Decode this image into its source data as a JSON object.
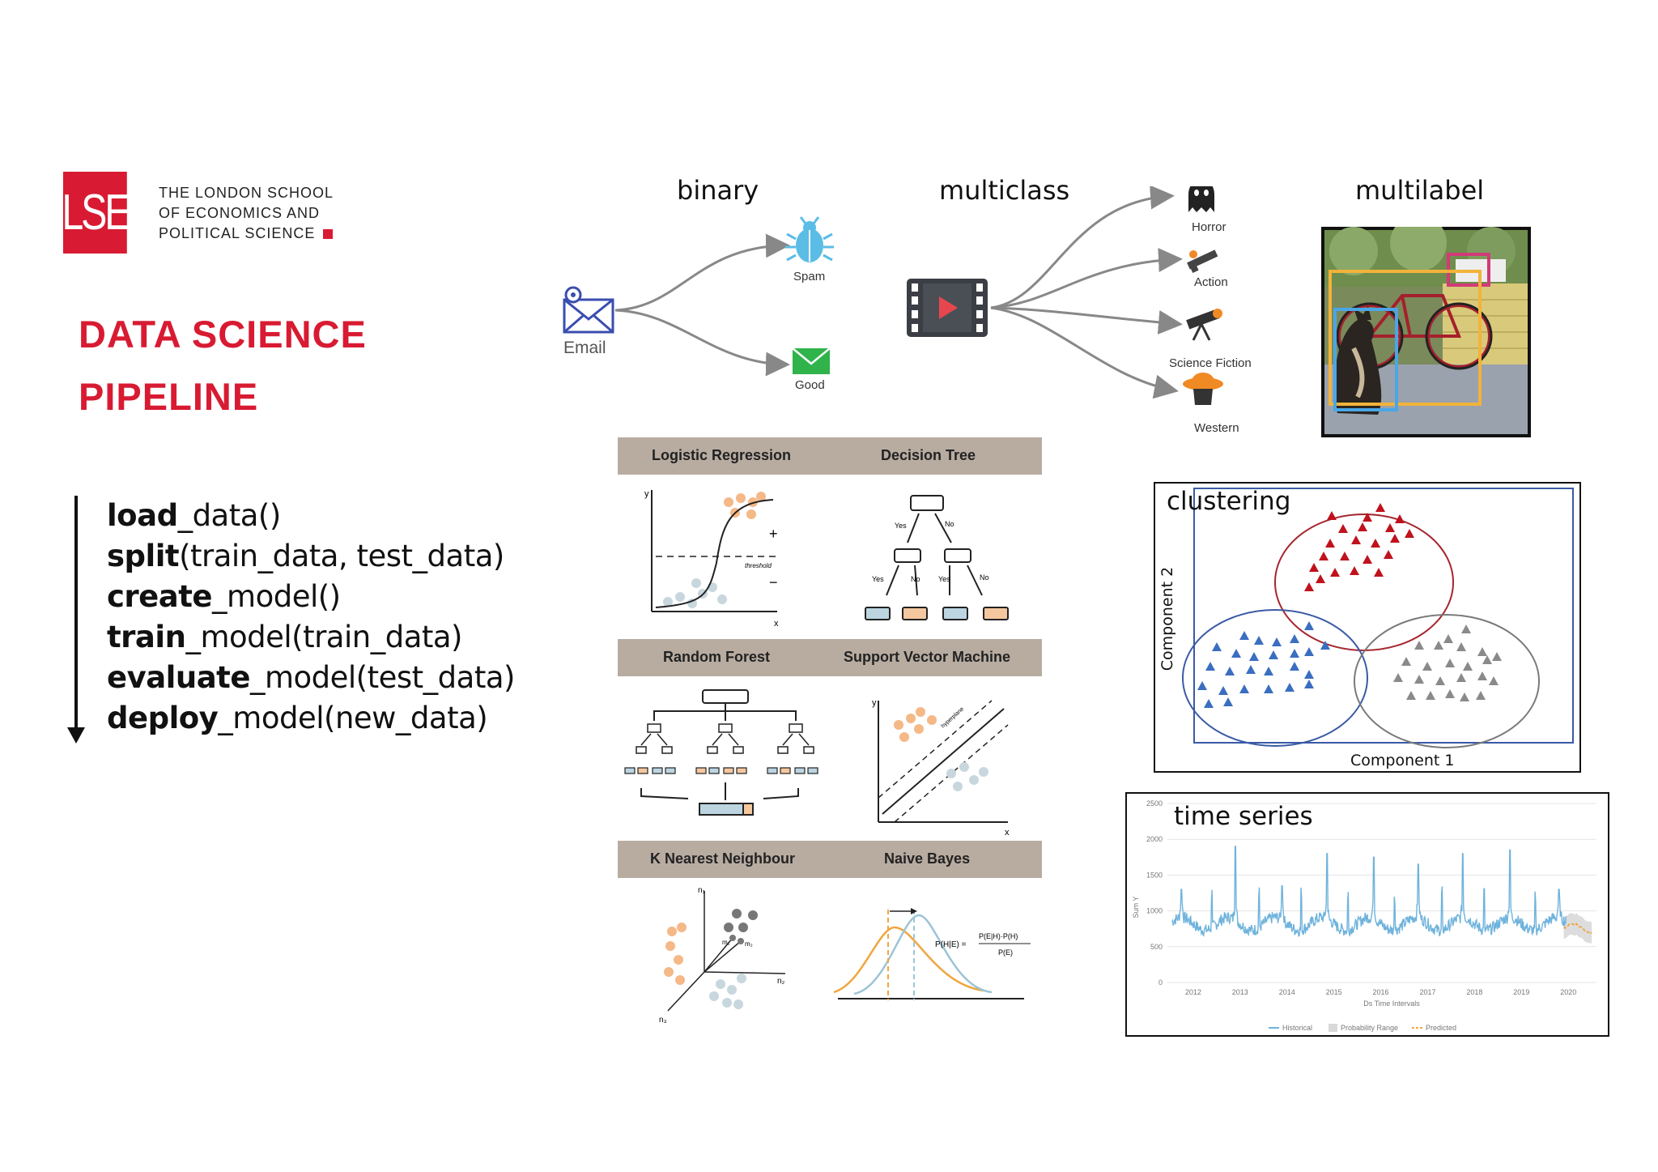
{
  "logo": {
    "mark": "LSE",
    "line1": "THE LONDON SCHOOL",
    "line2": "OF ECONOMICS AND",
    "line3": "POLITICAL SCIENCE"
  },
  "title": {
    "line1": "DATA SCIENCE",
    "line2": "PIPELINE"
  },
  "pipeline": [
    {
      "bold": "load",
      "rest": "_data()"
    },
    {
      "bold": "split",
      "rest": "(train_data, test_data)"
    },
    {
      "bold": "create",
      "rest": "_model()"
    },
    {
      "bold": "train",
      "rest": "_model(train_data)"
    },
    {
      "bold": "evaluate",
      "rest": "_model(test_data)"
    },
    {
      "bold": "deploy",
      "rest": "_model(new_data)"
    }
  ],
  "classification": {
    "binary": {
      "title": "binary",
      "input": "Email",
      "outputs": [
        "Spam",
        "Good"
      ]
    },
    "multiclass": {
      "title": "multiclass",
      "outputs": [
        "Horror",
        "Action",
        "Science Fiction",
        "Western"
      ]
    },
    "multilabel": {
      "title": "multilabel"
    }
  },
  "algorithms": [
    {
      "left": "Logistic Regression",
      "right": "Decision Tree"
    },
    {
      "left": "Random Forest",
      "right": "Support Vector Machine"
    },
    {
      "left": "K Nearest Neighbour",
      "right": "Naive Bayes"
    }
  ],
  "sketch_labels": {
    "lr_y": "y",
    "lr_x": "x",
    "lr_plus": "+",
    "lr_minus": "−",
    "lr_threshold": "threshold",
    "dt_yes": "Yes",
    "dt_no": "No",
    "svm_y": "y",
    "svm_x": "x",
    "svm_hyperplane": "hyperplane",
    "knn_n1": "n₁",
    "knn_n2": "n₂",
    "knn_n3": "n₃",
    "knn_m1": "m₁",
    "knn_m2": "m₂",
    "nb_lhs": "P(H|E) =",
    "nb_num": "P(E|H)·P(H)",
    "nb_den": "P(E)"
  },
  "clustering": {
    "title": "clustering",
    "xlabel": "Component 1",
    "ylabel": "Component 2"
  },
  "timeseries": {
    "title": "time series",
    "ylabel": "Sum Y",
    "xlabel": "Ds Time Intervals",
    "yticks": [
      "2500",
      "2000",
      "1500",
      "1000",
      "500",
      "0"
    ],
    "xticks": [
      "2012",
      "2013",
      "2014",
      "2015",
      "2016",
      "2017",
      "2018",
      "2019",
      "2020"
    ],
    "legend": [
      "Historical",
      "Probability Range",
      "Predicted"
    ]
  },
  "colors": {
    "brand": "#d81b32",
    "panel_header": "#b8aca1",
    "cluster_red": "#c0121c",
    "cluster_blue": "#3a6ec0",
    "cluster_gray": "#8a8a8a",
    "ts_historical": "#6fb3dc",
    "ts_predicted": "#f0a640"
  }
}
